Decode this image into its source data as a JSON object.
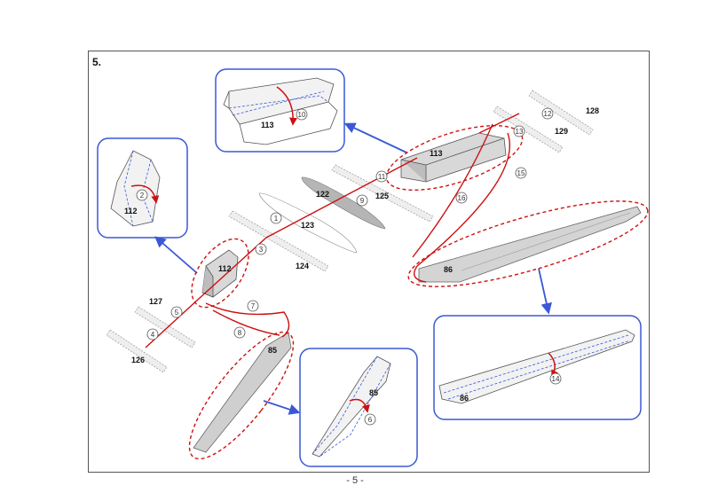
{
  "step_number": "5.",
  "page_number": "- 5 -",
  "colors": {
    "red": "#cc1111",
    "blue": "#3a58d6",
    "grey": "#c9c9c9",
    "dark_grey": "#8c8c8c"
  },
  "part_labels": [
    "113",
    "112",
    "123",
    "122",
    "124",
    "125",
    "126",
    "127",
    "128",
    "129",
    "85",
    "86",
    "112",
    "113",
    "85",
    "86"
  ],
  "step_circles": [
    "10",
    "2",
    "1",
    "3",
    "4",
    "5",
    "7",
    "8",
    "9",
    "11",
    "12",
    "13",
    "15",
    "16",
    "6",
    "14"
  ]
}
